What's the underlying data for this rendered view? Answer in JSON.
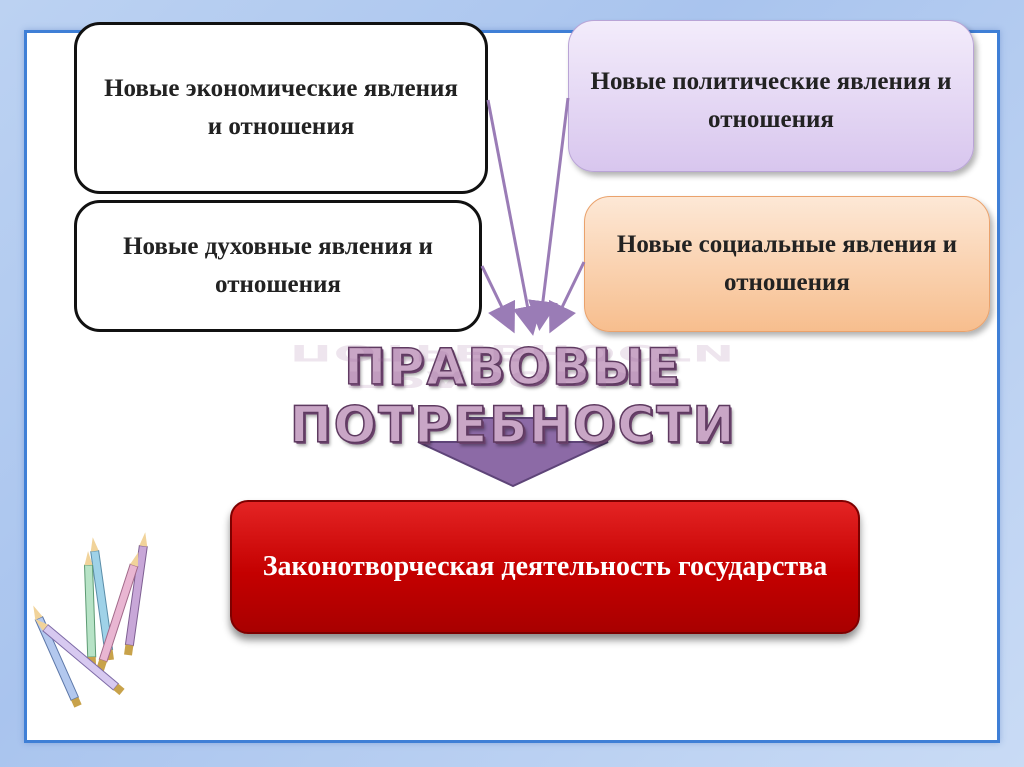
{
  "boxes": {
    "economic": "Новые экономические явления и отношения",
    "political": "Новые политические явления и отношения",
    "spiritual": "Новые духовные явления и отношения",
    "social": "Новые социальные явления и отношения"
  },
  "heading": "ПРАВОВЫЕ ПОТРЕБНОСТИ",
  "result": "Законотворческая деятельность государства",
  "icons": {
    "down_arrow": "down-arrow-icon",
    "pencils": "pencils-icon"
  },
  "colors": {
    "arrow": "#8c6aa6",
    "result_box": "#c40000",
    "frame": "#3f7fd6"
  }
}
